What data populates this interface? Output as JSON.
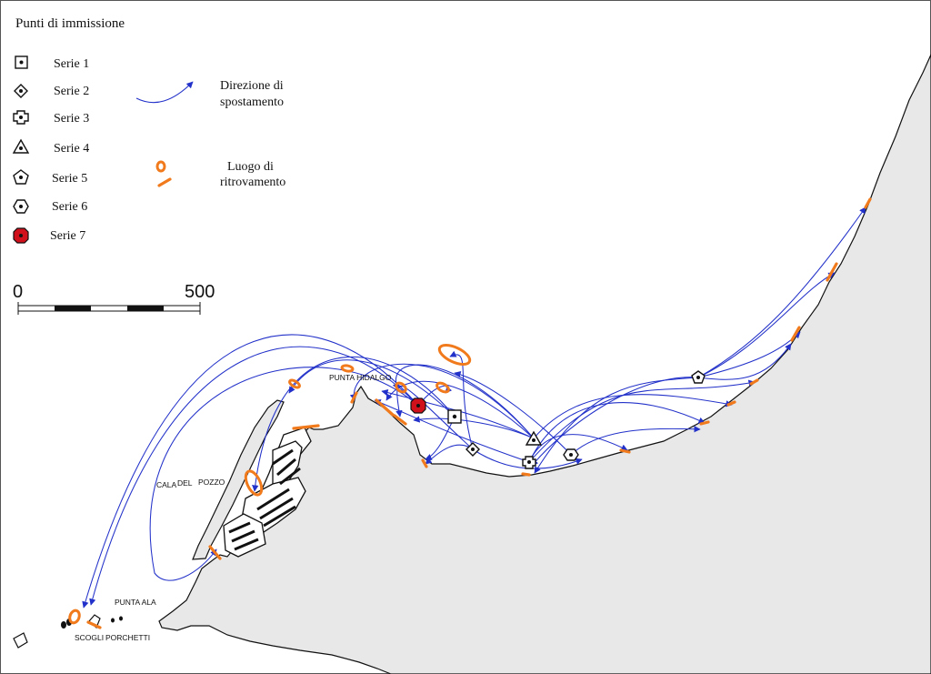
{
  "legend": {
    "title": "Punti di immissione",
    "series": [
      {
        "label": "Serie 1",
        "icon": "square-dot-icon"
      },
      {
        "label": "Serie 2",
        "icon": "diamond-dot-icon"
      },
      {
        "label": "Serie 3",
        "icon": "cross-square-dot-icon"
      },
      {
        "label": "Serie 4",
        "icon": "triangle-dot-icon"
      },
      {
        "label": "Serie 5",
        "icon": "pentagon-dot-icon"
      },
      {
        "label": "Serie 6",
        "icon": "hexagon-dot-icon"
      },
      {
        "label": "Serie 7",
        "icon": "red-octagon-dot-icon"
      }
    ],
    "direction_label_line1": "Direzione di",
    "direction_label_line2": "spostamento",
    "found_label_line1": "Luogo di",
    "found_label_line2": "ritrovamento"
  },
  "scale_bar": {
    "start_label": "0",
    "end_label": "500"
  },
  "places": {
    "punta_hidalgo": "PUNTA HIDALGO",
    "cala_del_pozzo_1": "CALA",
    "cala_del_pozzo_2": "DEL",
    "cala_del_pozzo_3": "POZZO",
    "punta_ala": "PUNTA ALA",
    "scogli_1": "SCOGLI",
    "scogli_2": "PORCHETTI"
  },
  "colors": {
    "arrow": "#2231c9",
    "found": "#f07a1c",
    "serie7_fill": "#d0111b",
    "land": "#e8e8e8"
  }
}
